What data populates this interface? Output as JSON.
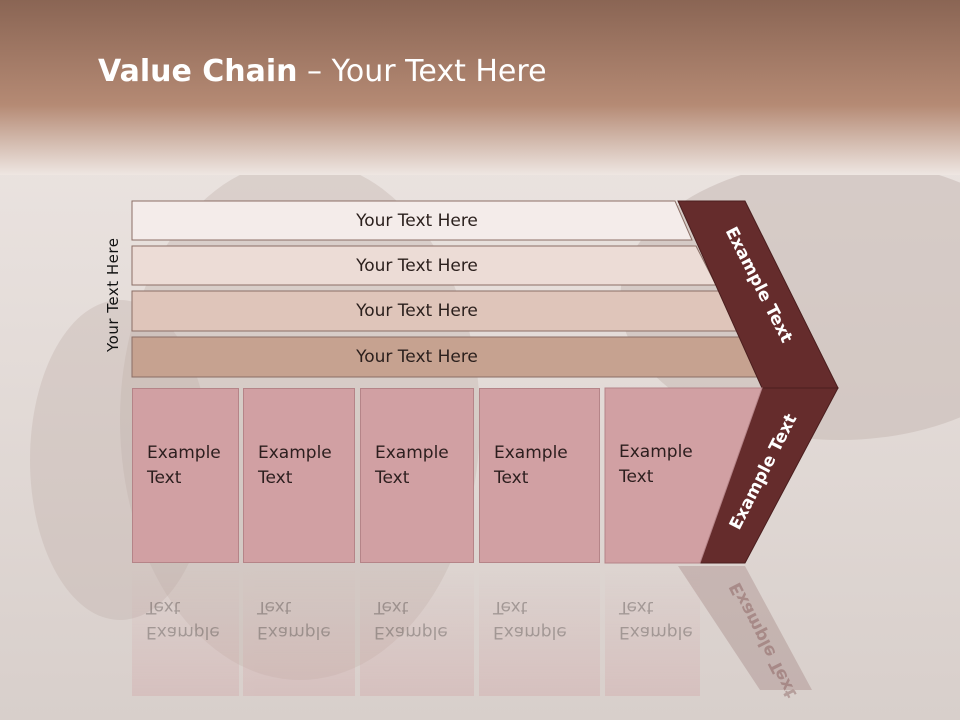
{
  "title": {
    "bold": "Value Chain",
    "rest": " – Your Text Here"
  },
  "side_label": "Your Text Here",
  "bars": [
    {
      "label": "Your Text Here",
      "color": "#f4ecea"
    },
    {
      "label": "Your Text Here",
      "color": "#ecdcd6"
    },
    {
      "label": "Your Text Here",
      "color": "#dfc5ba"
    },
    {
      "label": "Your Text Here",
      "color": "#c6a290"
    }
  ],
  "boxes": [
    {
      "line1": "Example",
      "line2": "Text"
    },
    {
      "line1": "Example",
      "line2": "Text"
    },
    {
      "line1": "Example",
      "line2": "Text"
    },
    {
      "line1": "Example",
      "line2": "Text"
    },
    {
      "line1": "Example",
      "line2": "Text"
    }
  ],
  "chevron_top": "Example Text",
  "chevron_bottom": "Example Text",
  "colors": {
    "header": "#a97a66",
    "chevron": "#652c2c",
    "box": "#d1a0a3"
  }
}
